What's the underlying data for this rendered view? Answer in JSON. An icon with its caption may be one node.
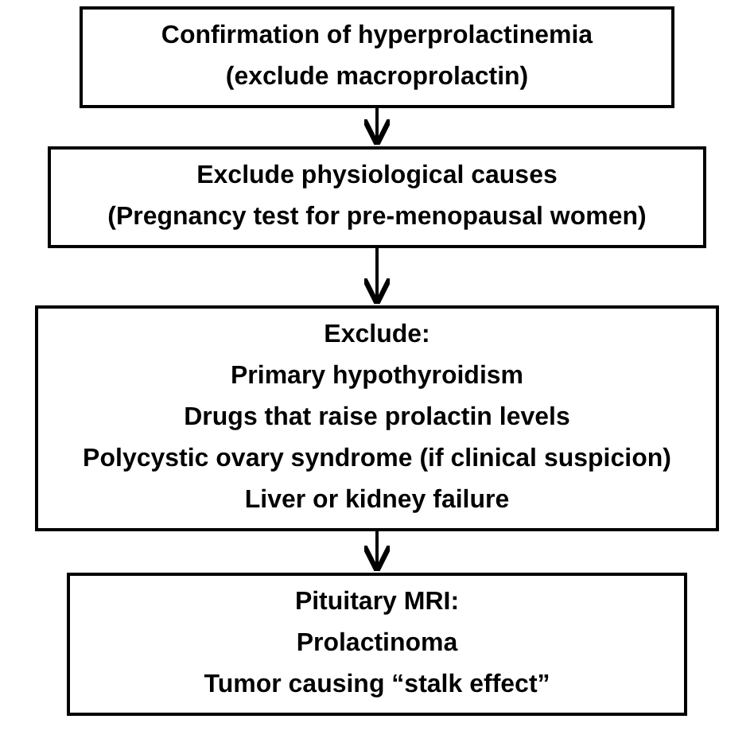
{
  "diagram": {
    "nodes": [
      {
        "text": [
          "Confirmation of hyperprolactinemia",
          "(exclude macroprolactin)"
        ]
      },
      {
        "text": [
          "Exclude physiological causes",
          "(Pregnancy test for pre-menopausal women)"
        ]
      },
      {
        "text": [
          "Exclude:",
          "Primary hypothyroidism",
          "Drugs that raise prolactin levels",
          "Polycystic ovary syndrome (if clinical suspicion)",
          "Liver or kidney failure"
        ]
      },
      {
        "text": [
          "Pituitary MRI:",
          "Prolactinoma",
          "Tumor causing “stalk effect”"
        ]
      }
    ],
    "edges": [
      {
        "from": 0,
        "to": 1,
        "arrow": "to"
      },
      {
        "from": 1,
        "to": 2,
        "arrow": "to"
      },
      {
        "from": 2,
        "to": 3,
        "arrow": "to"
      }
    ]
  }
}
